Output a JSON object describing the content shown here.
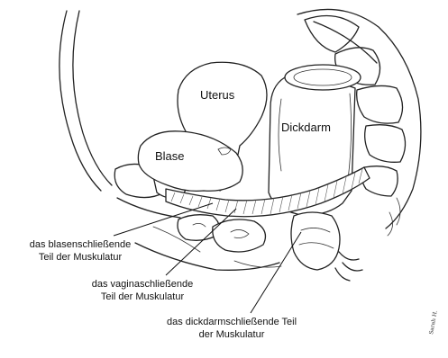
{
  "organs": {
    "uterus": "Uterus",
    "bladder": "Blase",
    "colon": "Dickdarm"
  },
  "annotations": [
    {
      "line1": "das blasenschließende",
      "line2": "Teil der Muskulatur"
    },
    {
      "line1": "das vaginaschließende",
      "line2": "Teil der Muskulatur"
    },
    {
      "line1": "das dickdarmschließende Teil",
      "line2": "der Muskulatur"
    }
  ],
  "signature": "Sarah H."
}
